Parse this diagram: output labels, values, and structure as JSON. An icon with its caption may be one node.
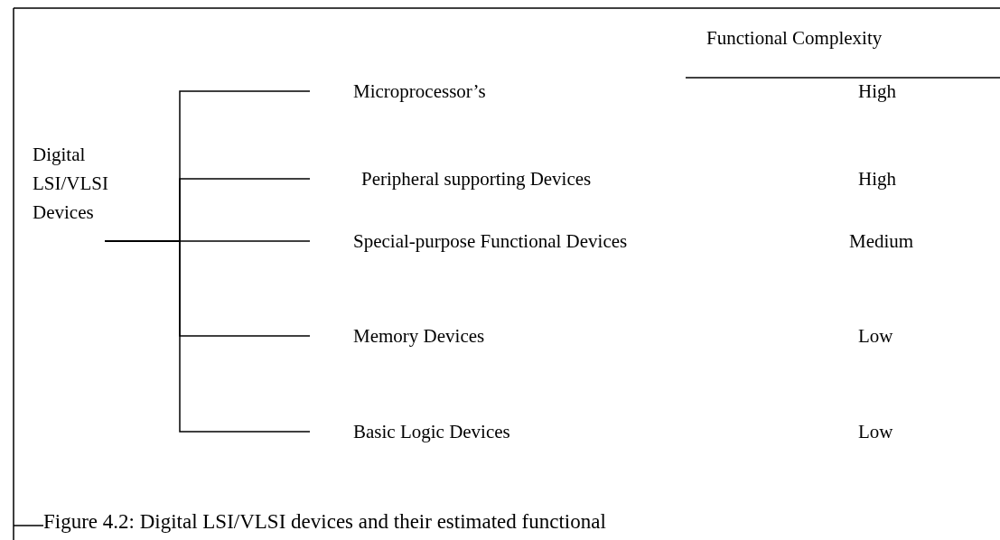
{
  "diagram": {
    "caption": "Figure 4.2: Digital LSI/VLSI devices and their estimated functional",
    "nodes": [
      {
        "text": [
          "Digital LSI/VLSI Devices"
        ]
      },
      {
        "text": [
          "Microprocessor’s"
        ]
      },
      {
        "text": [
          "Peripheral supporting Devices"
        ]
      },
      {
        "text": [
          "Special-purpose Functional Devices"
        ]
      },
      {
        "text": [
          "Memory Devices"
        ]
      },
      {
        "text": [
          "Basic Logic Devices"
        ]
      }
    ],
    "edges": [
      {
        "from": 0,
        "to": 1,
        "arrow": "none"
      },
      {
        "from": 0,
        "to": 2,
        "arrow": "none"
      },
      {
        "from": 0,
        "to": 3,
        "arrow": "none"
      },
      {
        "from": 0,
        "to": 4,
        "arrow": "none"
      },
      {
        "from": 0,
        "to": 5,
        "arrow": "none"
      }
    ],
    "labels": [
      "Functional Complexity",
      "High",
      "High",
      "Medium",
      "Low",
      "Low"
    ]
  }
}
